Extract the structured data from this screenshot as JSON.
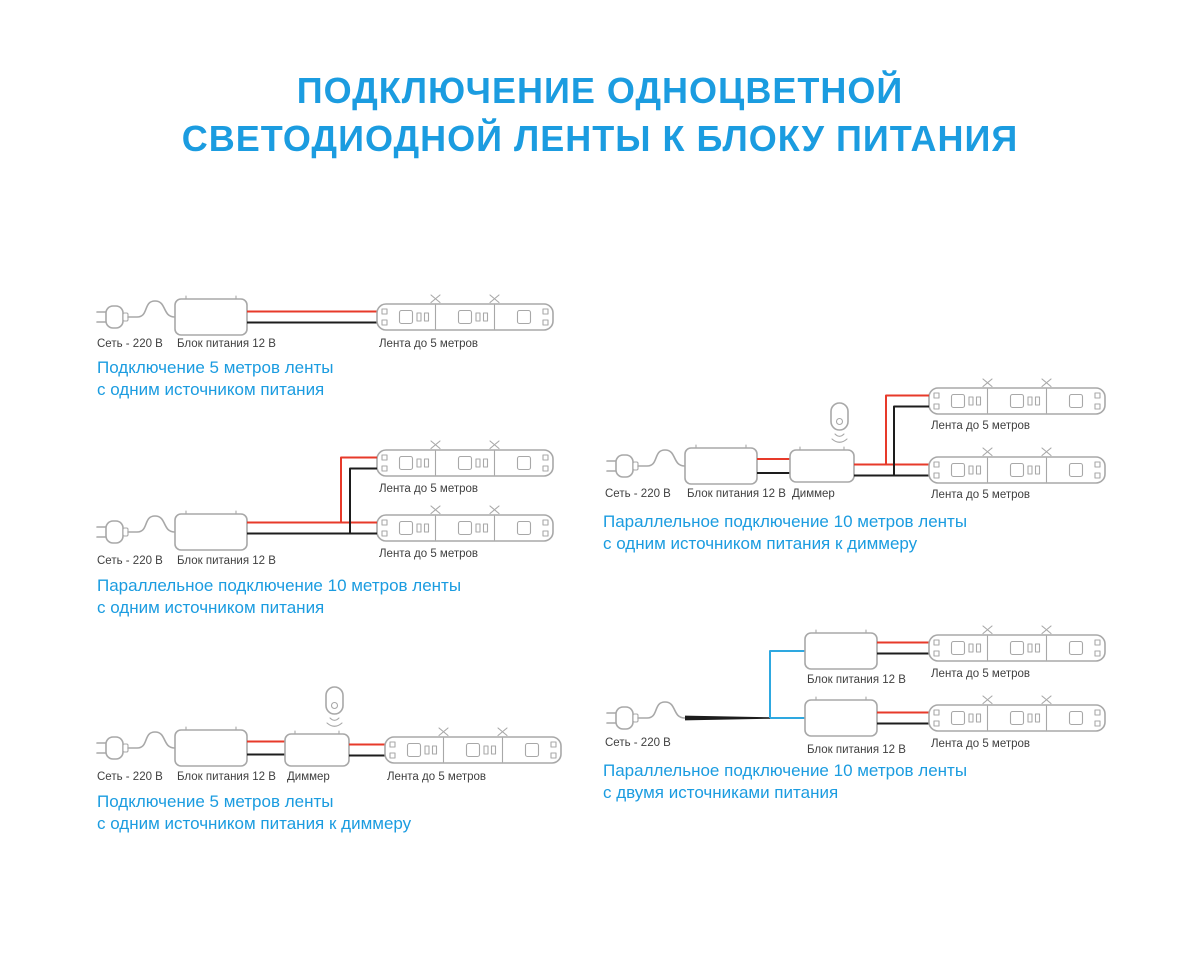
{
  "page": {
    "title_line1": "ПОДКЛЮЧЕНИЕ ОДНОЦВЕТНОЙ",
    "title_line2": "СВЕТОДИОДНОЙ ЛЕНТЫ К БЛОКУ ПИТАНИЯ"
  },
  "labels": {
    "mains": "Сеть - 220 В",
    "psu": "Блок питания 12 В",
    "dimmer": "Диммер",
    "strip": "Лента до 5 метров"
  },
  "diagrams": {
    "d1": {
      "caption1": "Подключение 5 метров ленты",
      "caption2": "с одним источником питания"
    },
    "d2": {
      "caption1": "Параллельное подключение 10 метров ленты",
      "caption2": "с одним источником питания"
    },
    "d3": {
      "caption1": "Подключение 5 метров ленты",
      "caption2": "с одним источником питания к диммеру"
    },
    "d4": {
      "caption1": "Параллельное подключение 10 метров ленты",
      "caption2": "с одним источником питания к диммеру"
    },
    "d5": {
      "caption1": "Параллельное подключение 10 метров ленты",
      "caption2": "с двумя источниками питания"
    }
  },
  "icons": {
    "plug": "power-plug-icon",
    "psu": "power-supply-box",
    "dimmer": "dimmer-box",
    "remote": "remote-control-icon",
    "strip": "led-strip",
    "cut_mark": "scissors-cut-icon"
  },
  "colors": {
    "accent_blue": "#1b9ce0",
    "wire_red": "#e73a2a",
    "wire_black": "#1d1d1d",
    "wire_blue": "#2ea8e0",
    "outline_gray": "#a8a8a8",
    "label_gray": "#404040"
  }
}
